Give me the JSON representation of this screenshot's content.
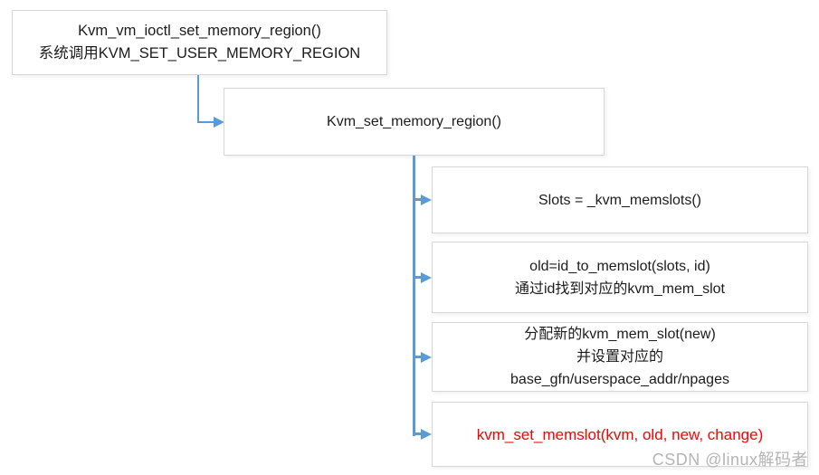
{
  "diagram": {
    "type": "flowchart",
    "topic": "KVM set memory region call flow",
    "colors": {
      "connector_blue": "#5b9bd5",
      "node_border": "#d7d7d7",
      "node_background": "#ffffff",
      "text": "#1c1c1c",
      "highlight_text": "#fe0000",
      "watermark_gray": "#b5b5b5"
    },
    "nodes": [
      {
        "id": "kvm_vm_ioctl_set_memory_region",
        "lines": {
          "0": "Kvm_vm_ioctl_set_memory_region()",
          "1": "系统调用KVM_SET_USER_MEMORY_REGION"
        }
      },
      {
        "id": "kvm_set_memory_region",
        "lines": {
          "0": "Kvm_set_memory_region()"
        }
      },
      {
        "id": "slots_kvm_memslots",
        "lines": {
          "0": "Slots = _kvm_memslots()"
        }
      },
      {
        "id": "old_id_to_memslot",
        "lines": {
          "0": "old=id_to_memslot(slots, id)",
          "1": "通过id找到对应的kvm_mem_slot"
        }
      },
      {
        "id": "alloc_new_kvm_mem_slot",
        "lines": {
          "0": "分配新的kvm_mem_slot(new)",
          "1": "并设置对应的",
          "2": "base_gfn/userspace_addr/npages"
        }
      },
      {
        "id": "kvm_set_memslot",
        "highlight": "red",
        "lines": {
          "0": "kvm_set_memslot(kvm, old, new, change)"
        }
      }
    ],
    "watermark": "CSDN @linux解码者"
  }
}
